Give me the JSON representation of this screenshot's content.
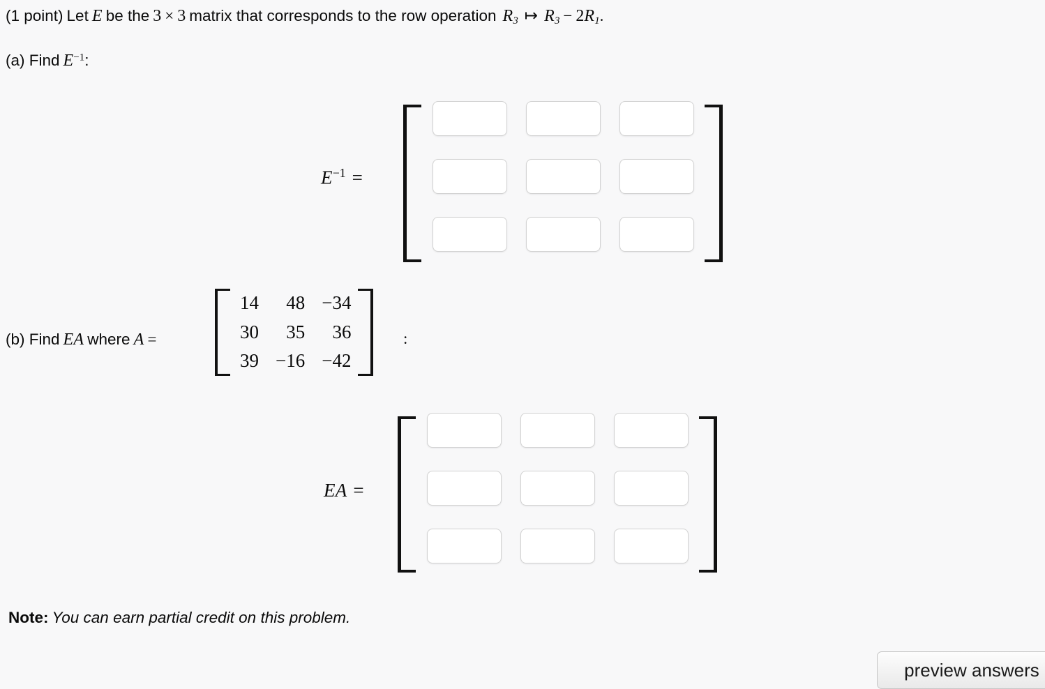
{
  "problem": {
    "points_label": "(1 point)",
    "statement_pre": "Let",
    "statement_var_E": "E",
    "statement_mid": "be the",
    "dim_rows": "3",
    "dim_times": "×",
    "dim_cols": "3",
    "statement_post": "matrix that corresponds to the row operation",
    "row_op": {
      "lhs_var": "R",
      "lhs_sub": "3",
      "arrow": "↦",
      "rhs_var": "R",
      "rhs_sub": "3",
      "minus": "−",
      "coefficient": "2",
      "rhs2_var": "R",
      "rhs2_sub": "1",
      "period": "."
    }
  },
  "part_a": {
    "prefix": "(a) Find",
    "var": "E",
    "exponent": "−1",
    "colon": ":",
    "equation_label_var": "E",
    "equation_label_exp": "−1",
    "equation_label_eq": "="
  },
  "part_b": {
    "prefix": "(b) Find",
    "product": "EA",
    "where": "where",
    "var_A": "A",
    "equals": "=",
    "colon": ":",
    "equation_label": "EA",
    "equation_label_eq": "="
  },
  "matrix_A": {
    "rows": 3,
    "cols": 3,
    "values": [
      [
        "14",
        "48",
        "−34"
      ],
      [
        "30",
        "35",
        "36"
      ],
      [
        "39",
        "−16",
        "−42"
      ]
    ]
  },
  "answer_matrix_einv": {
    "rows": 3,
    "cols": 3,
    "values": [
      [
        "",
        "",
        ""
      ],
      [
        "",
        "",
        ""
      ],
      [
        "",
        "",
        ""
      ]
    ],
    "placeholder": ""
  },
  "answer_matrix_ea": {
    "rows": 3,
    "cols": 3,
    "values": [
      [
        "",
        "",
        ""
      ],
      [
        "",
        "",
        ""
      ],
      [
        "",
        "",
        ""
      ]
    ],
    "placeholder": ""
  },
  "note": {
    "label": "Note",
    "separator": ":",
    "text": "You can earn partial credit on this problem."
  },
  "buttons": {
    "preview_answers": "preview answers"
  },
  "colors": {
    "page_background": "#f8f8f9",
    "text": "#0a0a0a",
    "input_border": "#d2d2d2",
    "input_background": "#ffffff",
    "bracket": "#111111",
    "button_border": "#c6c6c6"
  }
}
